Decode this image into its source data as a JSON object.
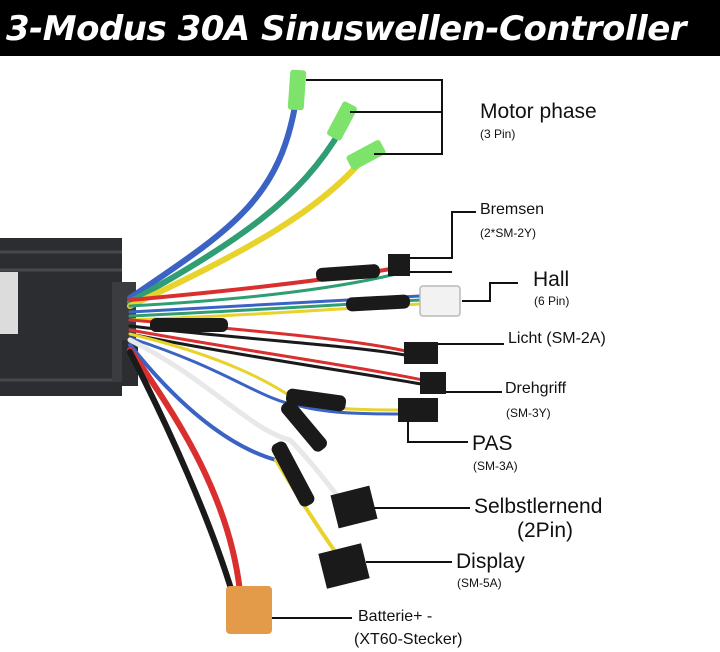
{
  "title": "3-Modus 30A Sinuswellen-Controller",
  "colors": {
    "banner": "#000000",
    "housing": "#2b2d30",
    "connector_black": "#1a1a1a",
    "wire_blue": "#3a63c4",
    "wire_green": "#2f9e73",
    "wire_yellow": "#e8d22c",
    "wire_red": "#d92f2f",
    "wire_white": "#e8e8e8",
    "motor_terminal": "#7ee36a",
    "hall_plug": "#f2f2f2",
    "battery_plug": "#e39b4a"
  },
  "labels": {
    "motor_phase": {
      "name": "Motor phase",
      "spec": "(3 Pin)"
    },
    "brakes": {
      "name": "Bremsen",
      "spec": "(2*SM-2Y)"
    },
    "hall": {
      "name": "Hall",
      "spec": "(6 Pin)"
    },
    "light": {
      "name": "Licht (SM-2A)"
    },
    "throttle": {
      "name": "Drehgriff",
      "spec": "(SM-3Y)"
    },
    "pas": {
      "name": "PAS",
      "spec": "(SM-3A)"
    },
    "self_learning": {
      "name": "Selbstlernend",
      "spec": "(2Pin)"
    },
    "display": {
      "name": "Display",
      "spec": "(SM-5A)"
    },
    "battery": {
      "name": "Batterie+ -",
      "spec": "(XT60-Stecker)"
    }
  }
}
